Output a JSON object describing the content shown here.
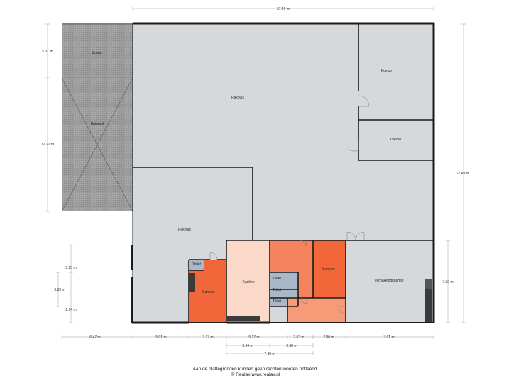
{
  "rooms": {
    "zolder": "Zolder",
    "entresol": "Entresol",
    "pakhuis_top": "Pakhuis",
    "koelcel_top": "Koelcel",
    "koelcel_mid": "Koelcel",
    "pakhuis_left": "Pakhuis",
    "kantoor_left": "Kantoor",
    "kantine": "Kantine",
    "kantoor_right": "Kantoor",
    "verpakkingsruimte": "Verpakkingsruimte",
    "toilet_1": "Toilet",
    "toilet_2": "Toilet",
    "toilet_3": "Toilet",
    "toilet_4": "Toilet"
  },
  "dimensions": {
    "top_width": "27.40 m",
    "right_height": "27.43 m",
    "left_zolder": "5.01 m",
    "left_entresol": "12.22 m",
    "right_lower": "7.50 m",
    "left_a": "5.25 m",
    "left_b": "3.03 m",
    "left_c": "2.14 m",
    "bottom_1": "6.47 m",
    "bottom_2": "5.01 m",
    "bottom_3": "3.27 m",
    "bottom_4": "5.17 m",
    "bottom_5": "2.63 m",
    "bottom_6": "2.90 m",
    "bottom_7": "7.91 m",
    "bottom_8": "3.94 m",
    "bottom_9": "3.88 m",
    "bottom_10": "7.90 m"
  },
  "colors": {
    "floor": "#d5d9dc",
    "mezzanine": "#9c9c9c",
    "kantoor": "#f2673a",
    "kantoor_light": "#f5845e",
    "kantoor_lighter": "#f79a78",
    "kantine": "#fbd9c9",
    "toilet": "#a9b7c9",
    "wall": "#1a1a1a"
  },
  "footer": {
    "line1": "Aan de plattegronden kunnen geen rechten worden ontleend.",
    "line2": "© Realax www.realax.nl"
  }
}
